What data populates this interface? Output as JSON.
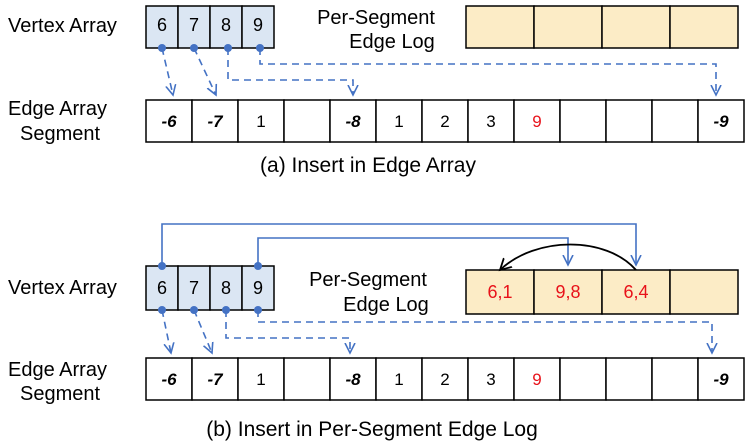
{
  "colors": {
    "vertex_fill": "#dbe6f3",
    "log_fill": "#fcecc6",
    "arrow_blue": "#4472c4",
    "dot_blue": "#4472c4",
    "red_text": "#e8121a",
    "black": "#000000"
  },
  "panel_a": {
    "vertex_label": "Vertex Array",
    "log_label_line1": "Per-Segment",
    "log_label_line2": "Edge Log",
    "edge_label_line1": "Edge Array",
    "edge_label_line2": "Segment",
    "vertex_cells": [
      "6",
      "7",
      "8",
      "9"
    ],
    "log_cells": [
      "",
      "",
      "",
      ""
    ],
    "edge_cells": [
      {
        "text": "-6",
        "style": "neg"
      },
      {
        "text": "-7",
        "style": "neg"
      },
      {
        "text": "1",
        "style": "normal"
      },
      {
        "text": "",
        "style": "normal"
      },
      {
        "text": "-8",
        "style": "neg"
      },
      {
        "text": "1",
        "style": "normal"
      },
      {
        "text": "2",
        "style": "normal"
      },
      {
        "text": "3",
        "style": "normal"
      },
      {
        "text": "9",
        "style": "red"
      },
      {
        "text": "",
        "style": "normal"
      },
      {
        "text": "",
        "style": "normal"
      },
      {
        "text": "",
        "style": "normal"
      },
      {
        "text": "-9",
        "style": "neg"
      }
    ],
    "caption": "(a) Insert in Edge Array"
  },
  "panel_b": {
    "vertex_label": "Vertex Array",
    "log_label_line1": "Per-Segment",
    "log_label_line2": "Edge Log",
    "edge_label_line1": "Edge Array",
    "edge_label_line2": "Segment",
    "vertex_cells": [
      "6",
      "7",
      "8",
      "9"
    ],
    "log_cells": [
      "6,1",
      "9,8",
      "6,4",
      ""
    ],
    "edge_cells": [
      {
        "text": "-6",
        "style": "neg"
      },
      {
        "text": "-7",
        "style": "neg"
      },
      {
        "text": "1",
        "style": "normal"
      },
      {
        "text": "",
        "style": "normal"
      },
      {
        "text": "-8",
        "style": "neg"
      },
      {
        "text": "1",
        "style": "normal"
      },
      {
        "text": "2",
        "style": "normal"
      },
      {
        "text": "3",
        "style": "normal"
      },
      {
        "text": "9",
        "style": "red"
      },
      {
        "text": "",
        "style": "normal"
      },
      {
        "text": "",
        "style": "normal"
      },
      {
        "text": "",
        "style": "normal"
      },
      {
        "text": "-9",
        "style": "neg"
      }
    ],
    "caption": "(b) Insert in Per-Segment Edge Log"
  }
}
